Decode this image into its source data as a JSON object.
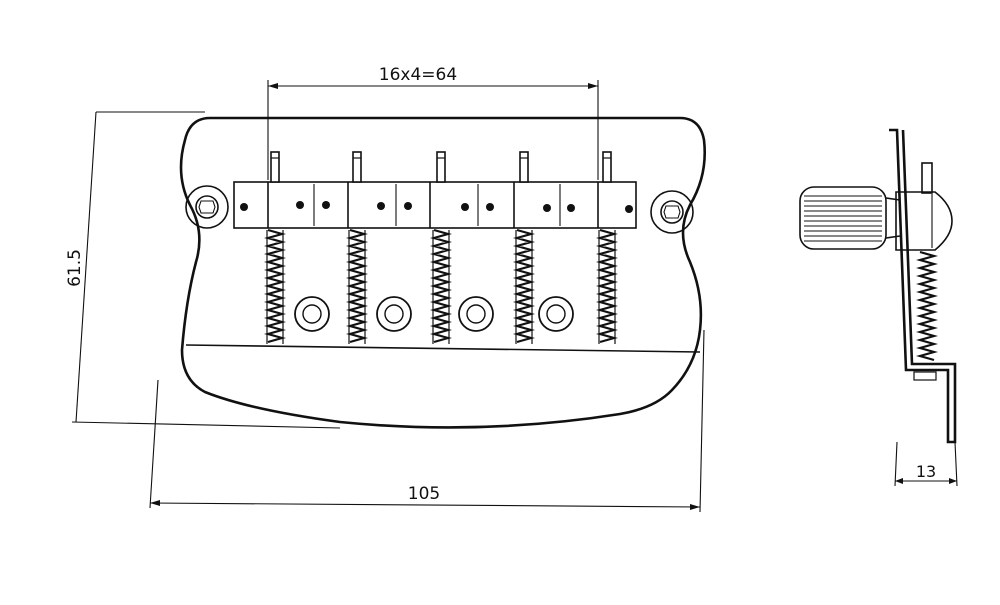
{
  "diagram": {
    "dimensions": {
      "spacing": "16x4=64",
      "height": "61.5",
      "width": "105",
      "depth": "13"
    },
    "colors": {
      "line": "#111111",
      "background": "#ffffff"
    },
    "saddle_count": 4,
    "spring_count": 5
  }
}
